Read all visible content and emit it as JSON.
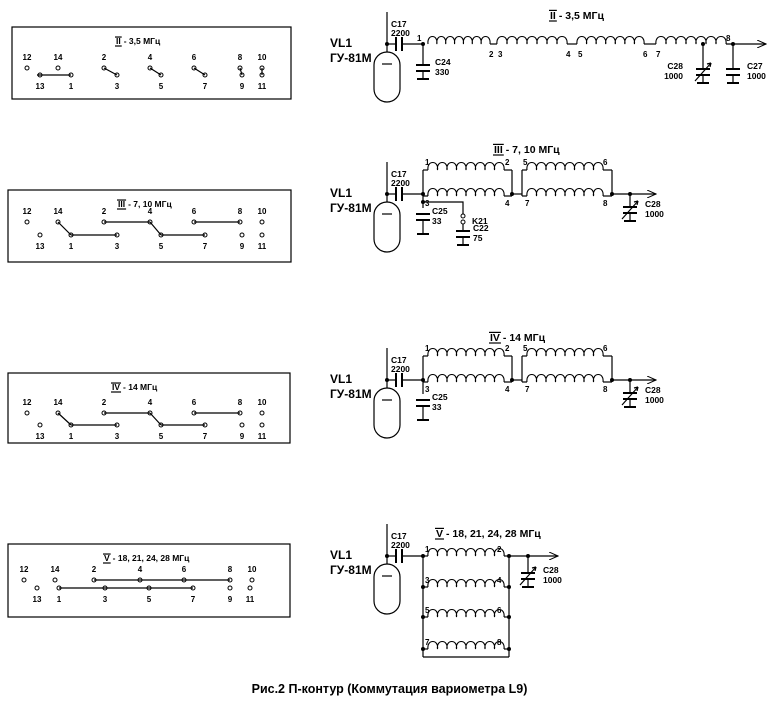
{
  "caption": "Рис.2 П-контур (Коммутация вариометра L9)",
  "tube": {
    "name": "VL1",
    "type": "ГУ-81М"
  },
  "pins": {
    "top": [
      "12",
      "14",
      "2",
      "4",
      "6",
      "8",
      "10"
    ],
    "bottom": [
      "13",
      "1",
      "3",
      "5",
      "7",
      "9",
      "11"
    ]
  },
  "sections": [
    {
      "band_roman": "II",
      "band_text": "3,5 МГц",
      "switch_title": "3,5 МГц",
      "coupling_cap": {
        "name": "C17",
        "value": "2200"
      },
      "input_cap": {
        "name": "C24",
        "value": "330"
      },
      "output_caps": [
        {
          "name": "C28",
          "value": "1000"
        },
        {
          "name": "C27",
          "value": "1000"
        }
      ],
      "coil_nodes": [
        "1",
        "2",
        "3",
        "4",
        "5",
        "6",
        "7",
        "8"
      ]
    },
    {
      "band_roman": "III",
      "band_text": "7, 10 МГц",
      "switch_title": "7, 10 МГц",
      "coupling_cap": {
        "name": "C17",
        "value": "2200"
      },
      "input_cap": {
        "name": "C25",
        "value": "33"
      },
      "relay": "K21",
      "extra_cap": {
        "name": "C22",
        "value": "75"
      },
      "output_caps": [
        {
          "name": "C28",
          "value": "1000"
        }
      ],
      "coil_nodes": [
        "1",
        "2",
        "3",
        "4",
        "5",
        "6",
        "7",
        "8"
      ]
    },
    {
      "band_roman": "IV",
      "band_text": "14 МГц",
      "switch_title": "14 МГц",
      "coupling_cap": {
        "name": "C17",
        "value": "2200"
      },
      "input_cap": {
        "name": "C25",
        "value": "33"
      },
      "output_caps": [
        {
          "name": "C28",
          "value": "1000"
        }
      ],
      "coil_nodes": [
        "1",
        "2",
        "3",
        "4",
        "5",
        "6",
        "7",
        "8"
      ]
    },
    {
      "band_roman": "V",
      "band_text": "18, 21, 24, 28 МГц",
      "switch_title": "18, 21, 24, 28 МГц",
      "coupling_cap": {
        "name": "C17",
        "value": "2200"
      },
      "output_caps": [
        {
          "name": "C28",
          "value": "1000"
        }
      ],
      "coil_nodes": [
        "1",
        "2",
        "3",
        "4",
        "5",
        "6",
        "7",
        "8"
      ]
    }
  ]
}
